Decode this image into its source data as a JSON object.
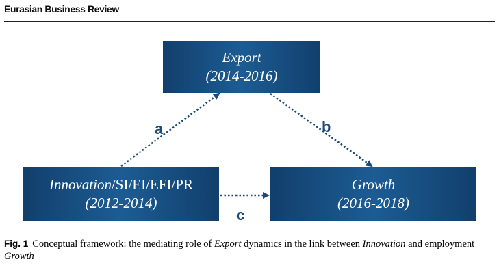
{
  "header": {
    "journal": "Eurasian Business Review"
  },
  "diagram": {
    "export": {
      "name": "Export",
      "period": "(2014-2016)"
    },
    "innovation": {
      "name": "Innovation",
      "rest": "/SI/EI/EFI/PR",
      "period": "(2012-2014)"
    },
    "growth": {
      "name": "Growth",
      "period": "(2016-2018)"
    },
    "paths": {
      "a": "a",
      "b": "b",
      "c": "c"
    },
    "colors": {
      "box": "#1c5c93",
      "box_dark": "#123f6c",
      "arrow": "#1c4a78",
      "text": "#ffffff"
    }
  },
  "caption": {
    "label": "Fig. 1",
    "part1": "Conceptual framework: the mediating role of ",
    "italic1": "Export",
    "part2": " dynamics in the link between ",
    "italic2": "Innovation",
    "part3": " and employment ",
    "italic3": "Growth"
  }
}
